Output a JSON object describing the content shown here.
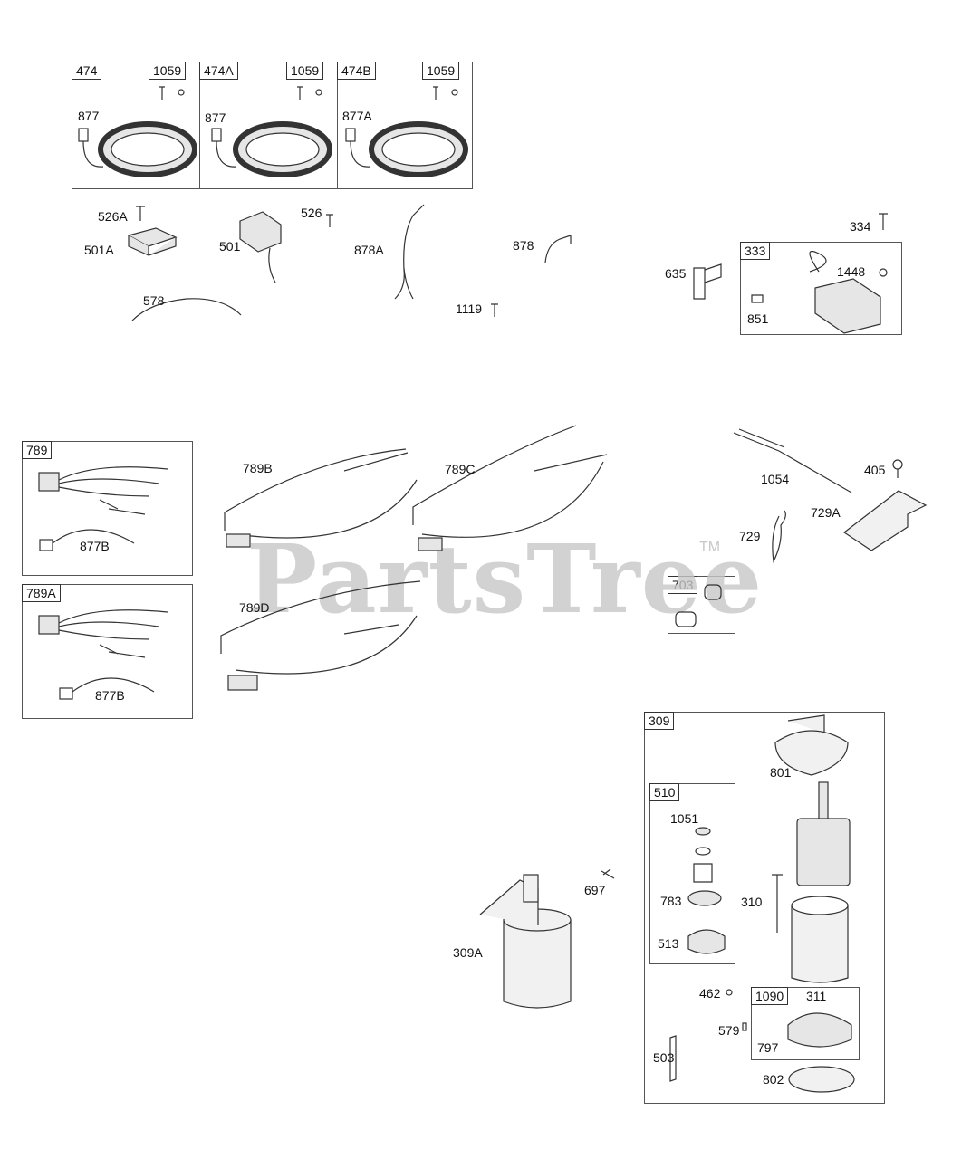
{
  "watermark": {
    "brand": "PartsTree",
    "tm": "TM"
  },
  "boxes": {
    "b474": "474",
    "b474a": "474A",
    "b474b": "474B",
    "b1059": "1059",
    "b333": "333",
    "b789": "789",
    "b789a": "789A",
    "b703": "703",
    "b309": "309",
    "b510": "510",
    "b1090": "1090"
  },
  "labels": {
    "l877": "877",
    "l877a": "877A",
    "l526a": "526A",
    "l501a": "501A",
    "l501": "501",
    "l526": "526",
    "l878a": "878A",
    "l878": "878",
    "l578": "578",
    "l1119": "1119",
    "l334": "334",
    "l635": "635",
    "l1448": "1448",
    "l851": "851",
    "l877b": "877B",
    "l789b": "789B",
    "l789c": "789C",
    "l789d": "789D",
    "l1054": "1054",
    "l405": "405",
    "l729": "729",
    "l729a": "729A",
    "l801": "801",
    "l1051": "1051",
    "l783": "783",
    "l513": "513",
    "l310": "310",
    "l697": "697",
    "l309a": "309A",
    "l462": "462",
    "l311": "311",
    "l579": "579",
    "l797": "797",
    "l503": "503",
    "l802": "802"
  },
  "colors": {
    "line": "#333333",
    "fill": "#e6e6e6",
    "watermark": "#c8c8c8"
  }
}
